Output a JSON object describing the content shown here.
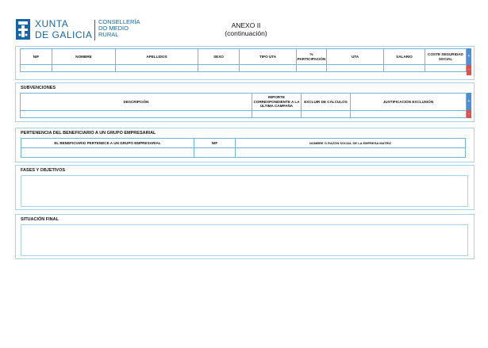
{
  "header": {
    "logo_line1": "XUNTA",
    "logo_line2": "DE GALICIA",
    "logo_cons_line1": "CONSELLERÍA",
    "logo_cons_line2": "DO MEDIO",
    "logo_cons_line3": "RURAL",
    "title": "ANEXO II",
    "subtitle": "(continuación)"
  },
  "workers_table": {
    "columns": [
      "NIF",
      "NOMBRE",
      "APELLIDOS",
      "SEXO",
      "TIPO UTA",
      "% PARTICIPACIÓN",
      "UTA",
      "SALARIO",
      "COSTE SEGURIDAD SOCIAL"
    ],
    "add_label": "+",
    "remove_label": "-"
  },
  "subvenciones": {
    "label": "SUBVENCIONES",
    "columns": [
      "DESCRIPCIÓN",
      "IMPORTE CORRESPONDIENTE A LA ÚLTIMA CAMPAÑA",
      "EXCLUIR DE CÁLCULOS",
      "JUSTIFICACIÓN EXCLUSIÓN"
    ],
    "add_label": "+",
    "remove_label": "-"
  },
  "grupo": {
    "label": "PERTENENCIA DEL BENEFICIARIO A UN GRUPO EMPRESARIAL",
    "columns": [
      "EL BENEFICIARIO PERTENECE A UN GRUPO EMPRESARIAL",
      "NIF",
      "NOMBRE O RAZÓN SOCIAL DE LA EMPRESA MATRIZ"
    ]
  },
  "fases": {
    "label": "FASES Y OBJETIVOS"
  },
  "situacion": {
    "label": "SITUACIÓN FINAL"
  }
}
